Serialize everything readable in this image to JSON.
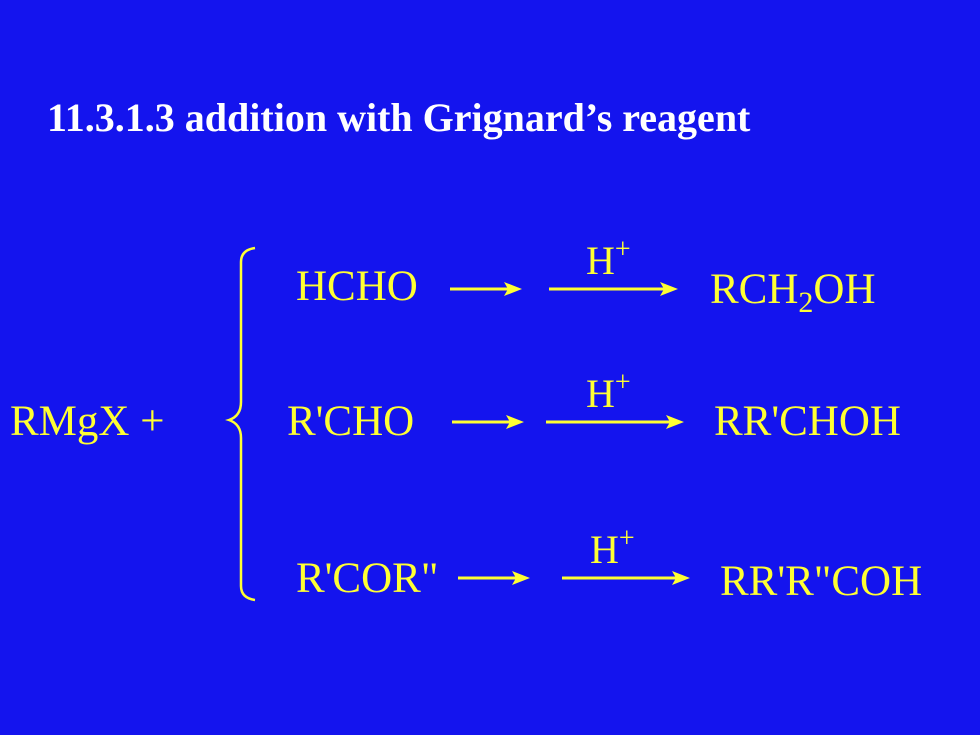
{
  "title": "11.3.1.3  addition with Grignard’s reagent",
  "reagent": "RMgX +",
  "reactions": [
    {
      "reactant": "HCHO",
      "catalyst": "H",
      "catalyst_charge": "+",
      "product_main": "RCH",
      "product_sub": "2",
      "product_rest": "OH"
    },
    {
      "reactant": "R'CHO",
      "catalyst": "H",
      "catalyst_charge": "+",
      "product": "RR'CHOH"
    },
    {
      "reactant": "R'COR\"",
      "catalyst": "H",
      "catalyst_charge": "+",
      "product": "RR'R\"COH"
    }
  ],
  "colors": {
    "background": "#1414ee",
    "title": "#ffffff",
    "chemistry": "#ffff33"
  }
}
